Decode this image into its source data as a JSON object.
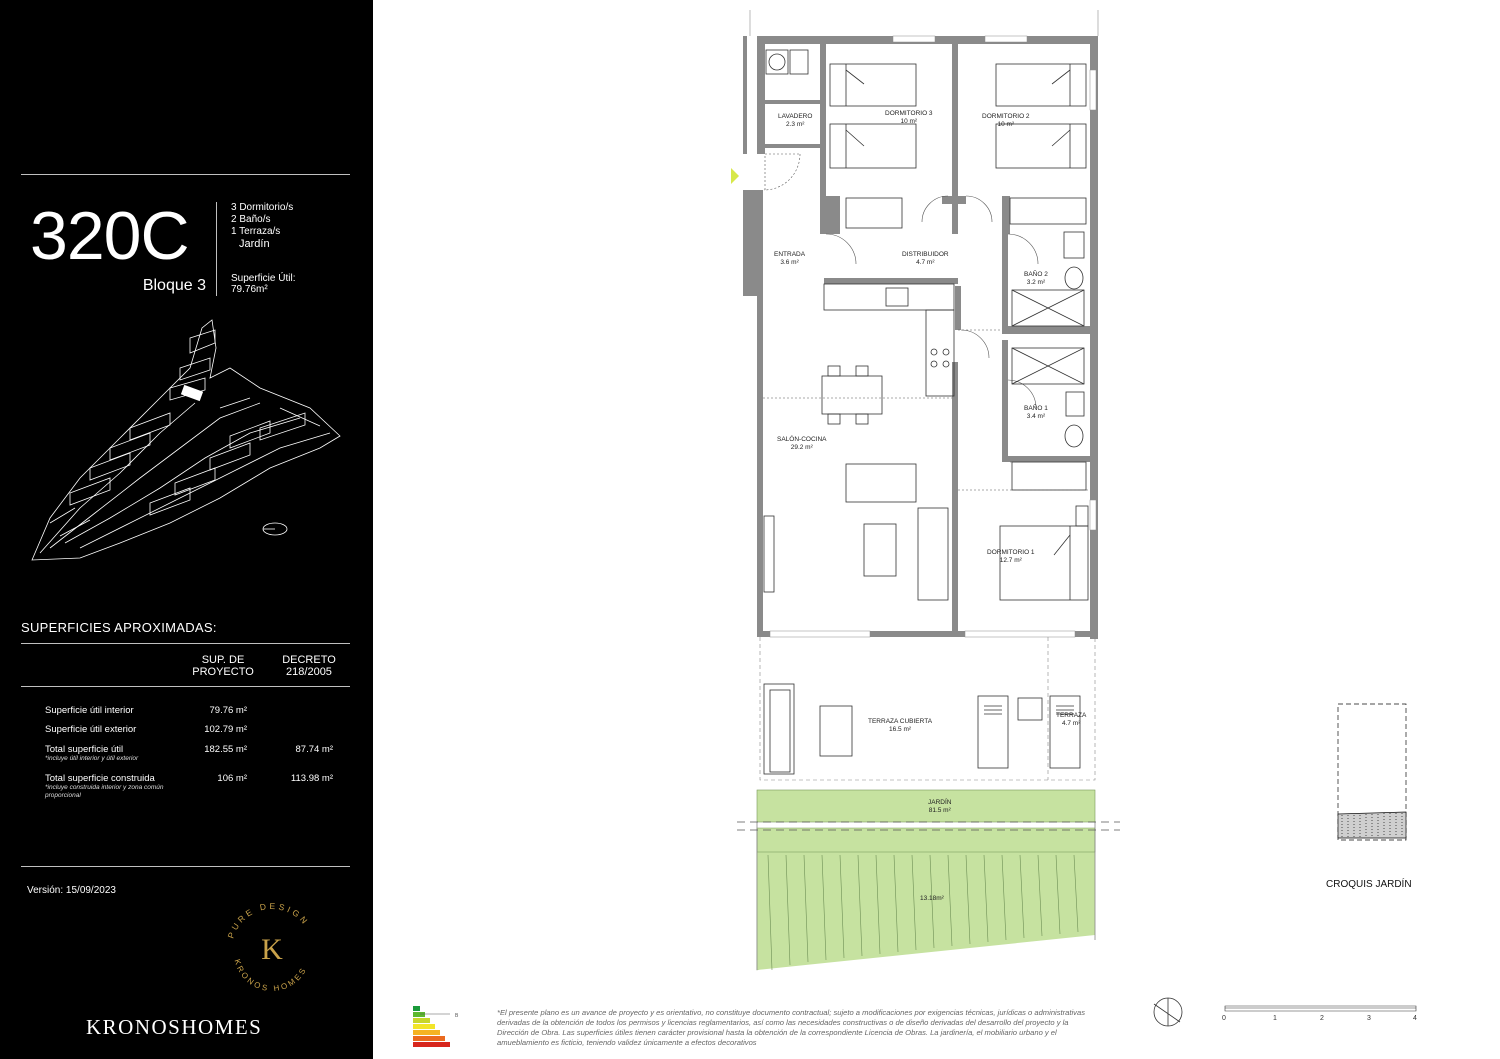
{
  "unit": {
    "code": "320C",
    "block": "Bloque 3",
    "features": [
      "3 Dormitorio/s",
      "2 Baño/s",
      "1 Terraza/s",
      "Jardín"
    ],
    "surface_label": "Superficie Útil:",
    "surface_value": "79.76m²"
  },
  "surfaces": {
    "title": "SUPERFICIES APROXIMADAS:",
    "col1": [
      "SUP. DE",
      "PROYECTO"
    ],
    "col2": [
      "DECRETO",
      "218/2005"
    ],
    "rows": [
      {
        "label": "Superficie útil interior",
        "note": "",
        "proyecto": "79.76 m²",
        "decreto": ""
      },
      {
        "label": "Superficie útil exterior",
        "note": "",
        "proyecto": "102.79 m²",
        "decreto": ""
      },
      {
        "label": "Total superficie útil",
        "note": "*incluye útil interior y útil exterior",
        "proyecto": "182.55 m²",
        "decreto": "87.74 m²"
      },
      {
        "label": "Total superficie construida",
        "note": "*incluye construida interior y zona común proporcional",
        "proyecto": "106 m²",
        "decreto": "113.98 m²"
      }
    ]
  },
  "version": "Versión: 15/09/2023",
  "brand": {
    "name": "KRONOSHOMES",
    "seal_top": "PURE DESIGN",
    "seal_bottom": "KRONOS HOMES",
    "seal_letter": "K"
  },
  "rooms": {
    "lavadero": {
      "name": "LAVADERO",
      "area": "2.3 m²"
    },
    "dormitorio3": {
      "name": "DORMITORIO 3",
      "area": "10 m²"
    },
    "dormitorio2": {
      "name": "DORMITORIO 2",
      "area": "10 m²"
    },
    "entrada": {
      "name": "ENTRADA",
      "area": "3.6 m²"
    },
    "distribuidor": {
      "name": "DISTRIBUIDOR",
      "area": "4.7 m²"
    },
    "bano2": {
      "name": "BAÑO 2",
      "area": "3.2 m²"
    },
    "bano1": {
      "name": "BAÑO 1",
      "area": "3.4 m²"
    },
    "salon": {
      "name": "SALÓN-COCINA",
      "area": "29.2 m²"
    },
    "dormitorio1": {
      "name": "DORMITORIO 1",
      "area": "12.7 m²"
    },
    "terraza_cubierta": {
      "name": "TERRAZA CUBIERTA",
      "area": "16.5 m²"
    },
    "terraza": {
      "name": "TERRAZA",
      "area": "4.7 m²"
    },
    "jardin": {
      "name": "JARDÍN",
      "area": "81.5 m²"
    },
    "garden_lower": {
      "area": "13.18m²"
    }
  },
  "croquis_label": "CROQUIS JARDÍN",
  "energy_label_letter": "B",
  "scale_ticks": [
    "0",
    "1",
    "2",
    "3",
    "4"
  ],
  "disclaimer": "*El presente plano es un avance de proyecto y es orientativo, no constituye documento contractual; sujeto a modificaciones por exigencias técnicas, jurídicas o administrativas derivadas de la obtención de todos los permisos y licencias reglamentarios, así como las necesidades constructivas o de diseño derivadas del desarrollo del proyecto y la Dirección de Obra. Las superficies útiles tienen carácter provisional hasta la obtención de la correspondiente Licencia de Obras. La jardinería, el mobiliario urbano y el amueblamiento es ficticio, teniendo validez únicamente a efectos decorativos",
  "colors": {
    "sidebar": "#000000",
    "garden": "#c6e2a0",
    "wall": "#8a8a8a",
    "gold": "#c9a24a",
    "entry_marker": "#d7e84a"
  }
}
